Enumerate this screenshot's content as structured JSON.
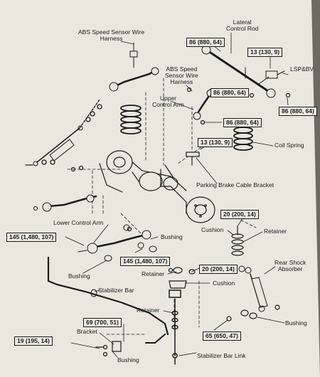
{
  "labels": {
    "abs_harness_left": "ABS Speed Sensor Wire\nHarness",
    "abs_harness_mid": "ABS Speed\nSensor Wire\nHarness",
    "lateral_rod": "Lateral\nControl Rod",
    "lsp_bv": "LSP&BV",
    "upper_control_arm": "Upper\nControl Arm",
    "coil_spring": "Coil Spring",
    "parking_brake_bracket": "Parking Brake Cable Bracket",
    "lower_control_arm": "Lower Control Arm",
    "bushing_center": "Bushing",
    "cushion_upper": "Cushion",
    "retainer_upper": "Retainer",
    "bushing_left": "Bushing",
    "retainer_mid": "Retainer",
    "rear_shock": "Rear Shock\nAbsorber",
    "stabilizer_bar": "Stabilizer Bar",
    "cushion_lower": "Cushion",
    "retainer_lower": "Retainer",
    "bracket": "Bracket",
    "bushing_bottom": "Bushing",
    "bushing_right": "Bushing",
    "stabilizer_bar_link": "Stabilizer Bar Link"
  },
  "torques": {
    "t_86_top": "86 (880, 64)",
    "t_13_top": "13 (130, 9)",
    "t_86_mid": "86 (880, 64)",
    "t_86_right": "86 (880, 64)",
    "t_86_lower": "86 (880, 64)",
    "t_13_mid": "13 (130, 9)",
    "t_20_upper": "20 (200, 14)",
    "t_145_left": "145 (1,480, 107)",
    "t_145_center": "145 (1,480, 107)",
    "t_20_mid": "20 (200, 14)",
    "t_69": "69 (700, 51)",
    "t_19": "19 (195, 14)",
    "t_65": "65 (650, 47)"
  },
  "colors": {
    "paper": "#ebe7df",
    "ink": "#1b1b1b",
    "background": "#6e6a63"
  }
}
